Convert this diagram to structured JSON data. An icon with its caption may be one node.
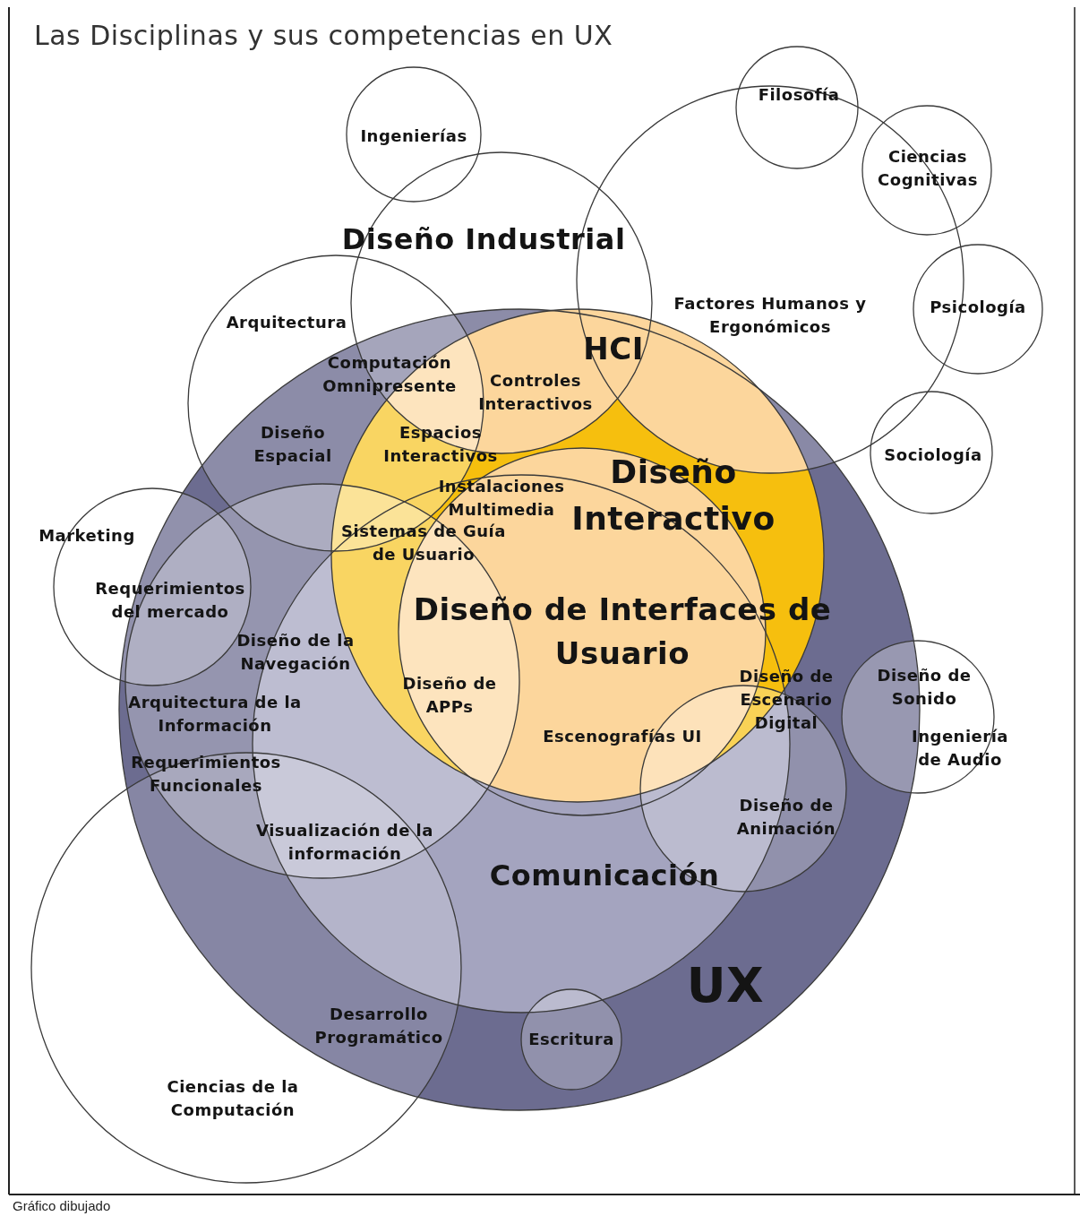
{
  "diagram": {
    "title": "Las Disciplinas y sus competencias en UX",
    "caption": "Gráfico dibujado",
    "nodes": [
      {
        "text": [
          "UX"
        ]
      },
      {
        "text": [
          "Diseño Industrial"
        ]
      },
      {
        "text": [
          "Ingenierías"
        ]
      },
      {
        "text": [
          "HCI"
        ]
      },
      {
        "text": [
          "Filosofía"
        ]
      },
      {
        "text": [
          "Ciencias Cognitivas"
        ]
      },
      {
        "text": [
          "Psicología"
        ]
      },
      {
        "text": [
          "Sociología"
        ]
      },
      {
        "text": [
          "Arquitectura"
        ]
      },
      {
        "text": [
          "Diseño Interactivo"
        ]
      },
      {
        "text": [
          "Diseño de Interfaces de Usuario"
        ]
      },
      {
        "text": [
          "Marketing"
        ]
      },
      {
        "text": [
          "Arquitectura de la Información"
        ]
      },
      {
        "text": [
          "Comunicación"
        ]
      },
      {
        "text": [
          "Ciencias de la Computación"
        ]
      },
      {
        "text": [
          "Escritura"
        ]
      },
      {
        "text": [
          "Diseño de Sonido",
          "Ingeniería de Audio"
        ]
      },
      {
        "text": [
          "Diseño de Animación"
        ]
      }
    ],
    "labels": [
      "Factores Humanos y Ergonómicos",
      "Computación Omnipresente",
      "Controles Interactivos",
      "Diseño Espacial",
      "Espacios Interactivos",
      "Instalaciones Multimedia",
      "Sistemas de Guía de Usuario",
      "Requerimientos del mercado",
      "Diseño de la Navegación",
      "Diseño de APPs",
      "Diseño de Escenario Digital",
      "Escenografías UI",
      "Requerimientos Funcionales",
      "Visualización de la información",
      "Desarrollo Programático"
    ]
  }
}
